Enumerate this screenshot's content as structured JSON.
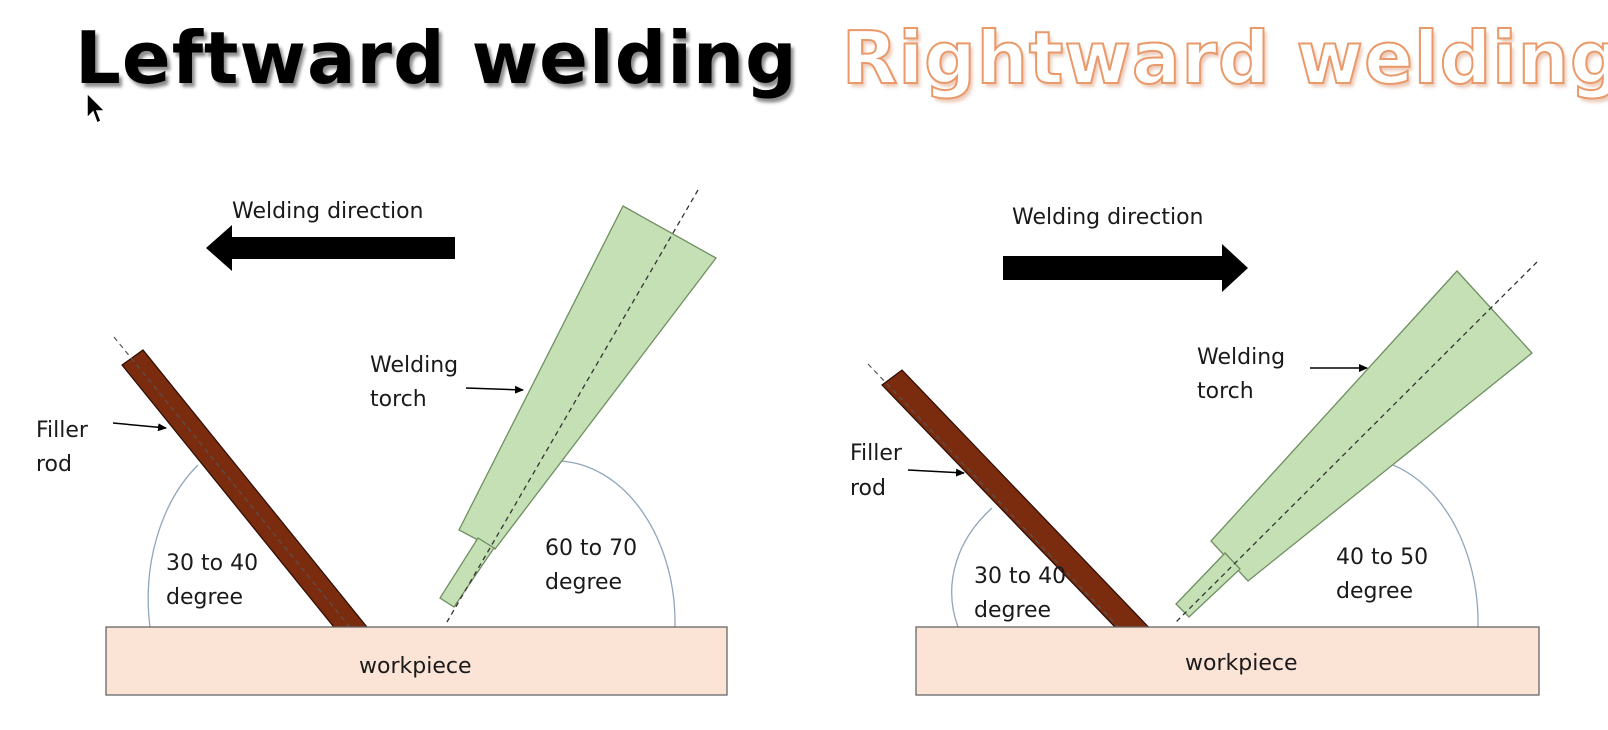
{
  "left": {
    "title": "Leftward welding",
    "direction_label": "Welding direction",
    "torch_label": [
      "Welding",
      "torch"
    ],
    "rod_label": [
      "Filler",
      "rod"
    ],
    "rod_angle_label": [
      "30 to 40",
      "degree"
    ],
    "torch_angle_label": [
      "60 to 70",
      "degree"
    ],
    "workpiece_label": "workpiece"
  },
  "right": {
    "title": "Rightward welding",
    "direction_label": "Welding direction",
    "torch_label": [
      "Welding",
      "torch"
    ],
    "rod_label": [
      "Filler",
      "rod"
    ],
    "rod_angle_label": [
      "30 to 40",
      "degree"
    ],
    "torch_angle_label": [
      "40 to 50",
      "degree"
    ],
    "workpiece_label": "workpiece"
  },
  "colors": {
    "workpiece": "#fbe3d6",
    "rod": "#7b2c0e",
    "torch": "#c5e0b4",
    "title_right_outline": "#e9996a"
  },
  "icons": [
    "arrow-left-icon",
    "arrow-right-icon",
    "cursor-icon"
  ]
}
